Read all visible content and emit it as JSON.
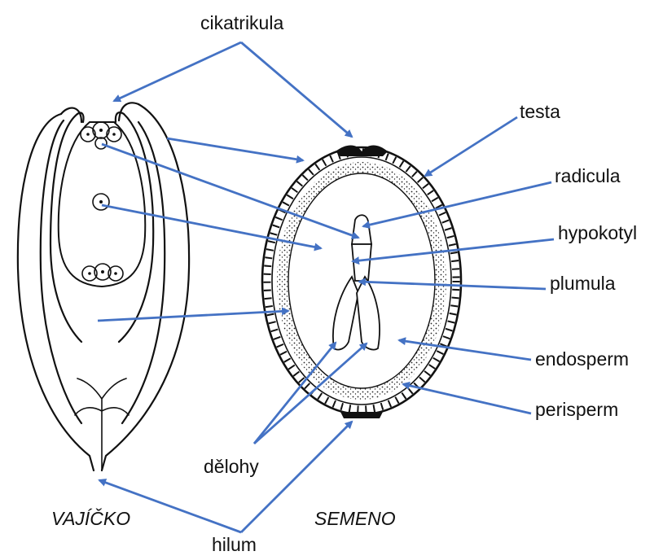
{
  "labels": {
    "cikatrikula": "cikatrikula",
    "testa": "testa",
    "radicula": "radicula",
    "hypokotyl": "hypokotyl",
    "plumula": "plumula",
    "endosperm": "endosperm",
    "perisperm": "perisperm",
    "delohy": "dělohy",
    "hilum": "hilum"
  },
  "captions": {
    "ovule": "VAJÍČKO",
    "seed": "SEMENO"
  },
  "colors": {
    "arrow": "#4472c4",
    "ink": "#111111",
    "background": "#ffffff"
  }
}
